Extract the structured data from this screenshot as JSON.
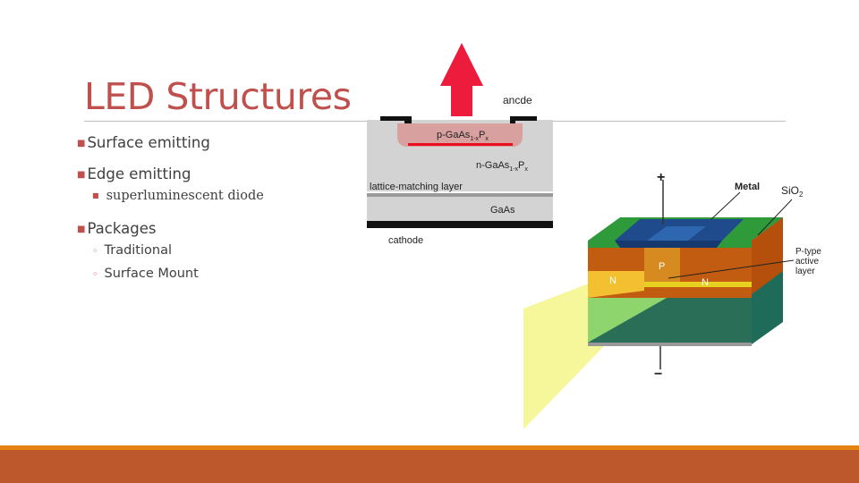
{
  "slide": {
    "title": "LED Structures",
    "bullets": {
      "surface": "Surface emitting",
      "edge": "Edge emitting",
      "superlum": "superluminescent diode",
      "packages": "Packages",
      "traditional": "Traditional",
      "surface_mount": "Surface Mount"
    }
  },
  "diagram_left": {
    "anode": "ancde",
    "p_layer_base": "p-GaAs",
    "p_layer_sub": "1-x",
    "p_layer_p": "P",
    "p_layer_psub": "x",
    "n_layer_base": "n-GaAs",
    "n_layer_sub": "1-x",
    "n_layer_p": "P",
    "n_layer_psub": "x",
    "lattice": "lattice-matching layer",
    "substrate": "GaAs",
    "cathode": "cathode"
  },
  "diagram_right": {
    "plus": "+",
    "minus": "−",
    "metal": "Metal",
    "sio2_base": "SiO",
    "sio2_sub": "2",
    "ptype_1": "P-type",
    "ptype_2": "active",
    "ptype_3": "layer",
    "n_left": "N",
    "p_mid": "P",
    "n_right": "N"
  },
  "colors": {
    "accent": "#c0504d",
    "footer": "#bd582c",
    "footer_line": "#e48312"
  }
}
